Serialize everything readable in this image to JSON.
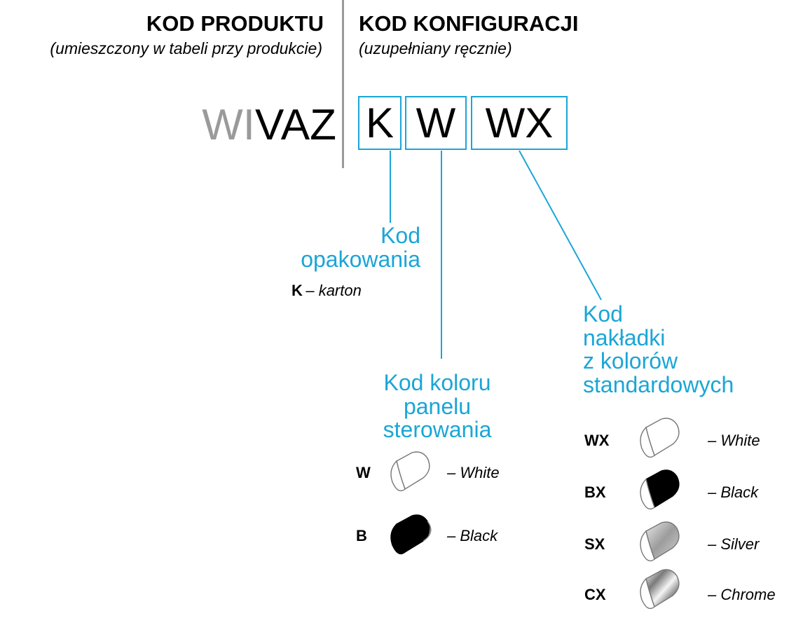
{
  "product_code": {
    "title": "KOD PRODUKTU",
    "subtitle": "(umieszczony w tabeli przy produkcie)",
    "prefix_grey": "WI",
    "prefix_black": "VAZ"
  },
  "config_code": {
    "title": "KOD KONFIGURACJI",
    "subtitle": "(uzupełniany ręcznie)",
    "boxes": [
      "K",
      "W",
      "WX"
    ]
  },
  "packaging": {
    "label_line1": "Kod",
    "label_line2": "opakowania",
    "options": [
      {
        "code": "K",
        "desc": "– karton"
      }
    ]
  },
  "panel_color": {
    "label_line1": "Kod koloru",
    "label_line2": "panelu",
    "label_line3": "sterowania",
    "options": [
      {
        "code": "W",
        "desc": "– White",
        "swatch": "white-swatch-icon"
      },
      {
        "code": "B",
        "desc": "– Black",
        "swatch": "black-swatch-icon"
      }
    ]
  },
  "cap": {
    "label_line1": "Kod",
    "label_line2": "nakładki",
    "label_line3": "z kolorów",
    "label_line4": "standardowych",
    "options": [
      {
        "code": "WX",
        "desc": "– White",
        "swatch": "white-swatch-icon"
      },
      {
        "code": "BX",
        "desc": "– Black",
        "swatch": "black-swatch-icon"
      },
      {
        "code": "SX",
        "desc": "– Silver",
        "swatch": "silver-swatch-icon"
      },
      {
        "code": "CX",
        "desc": "– Chrome",
        "swatch": "chrome-swatch-icon"
      }
    ]
  },
  "colors": {
    "accent": "#1aa6d6",
    "grey_text": "#9a9a9a",
    "divider": "#9a9a9a"
  }
}
